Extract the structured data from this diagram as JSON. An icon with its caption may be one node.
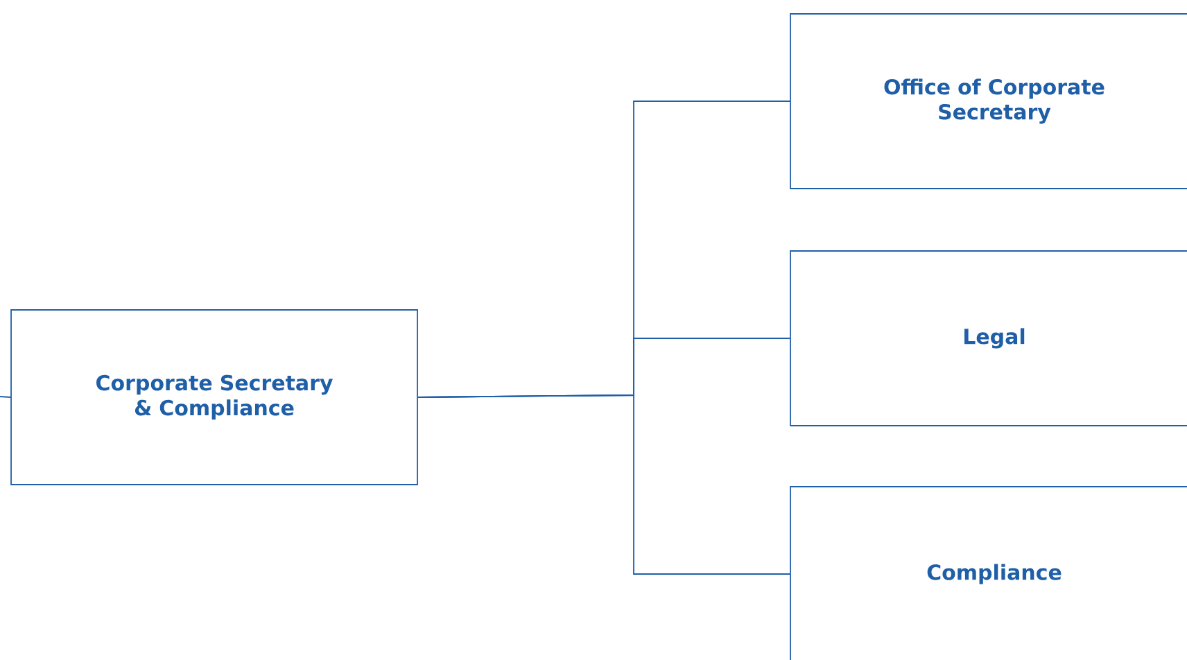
{
  "diagram": {
    "nodes": [
      {
        "text": [
          "Corporate Secretary & Compliance"
        ]
      },
      {
        "text": [
          "Office of Corporate Secretary"
        ]
      },
      {
        "text": [
          "Legal"
        ]
      },
      {
        "text": [
          "Compliance"
        ]
      }
    ],
    "edges": [
      {
        "from": null,
        "to": 0,
        "arrow": "none"
      },
      {
        "from": 0,
        "to": 1,
        "arrow": "none"
      },
      {
        "from": 0,
        "to": 2,
        "arrow": "none"
      },
      {
        "from": 0,
        "to": 3,
        "arrow": "none"
      }
    ]
  }
}
